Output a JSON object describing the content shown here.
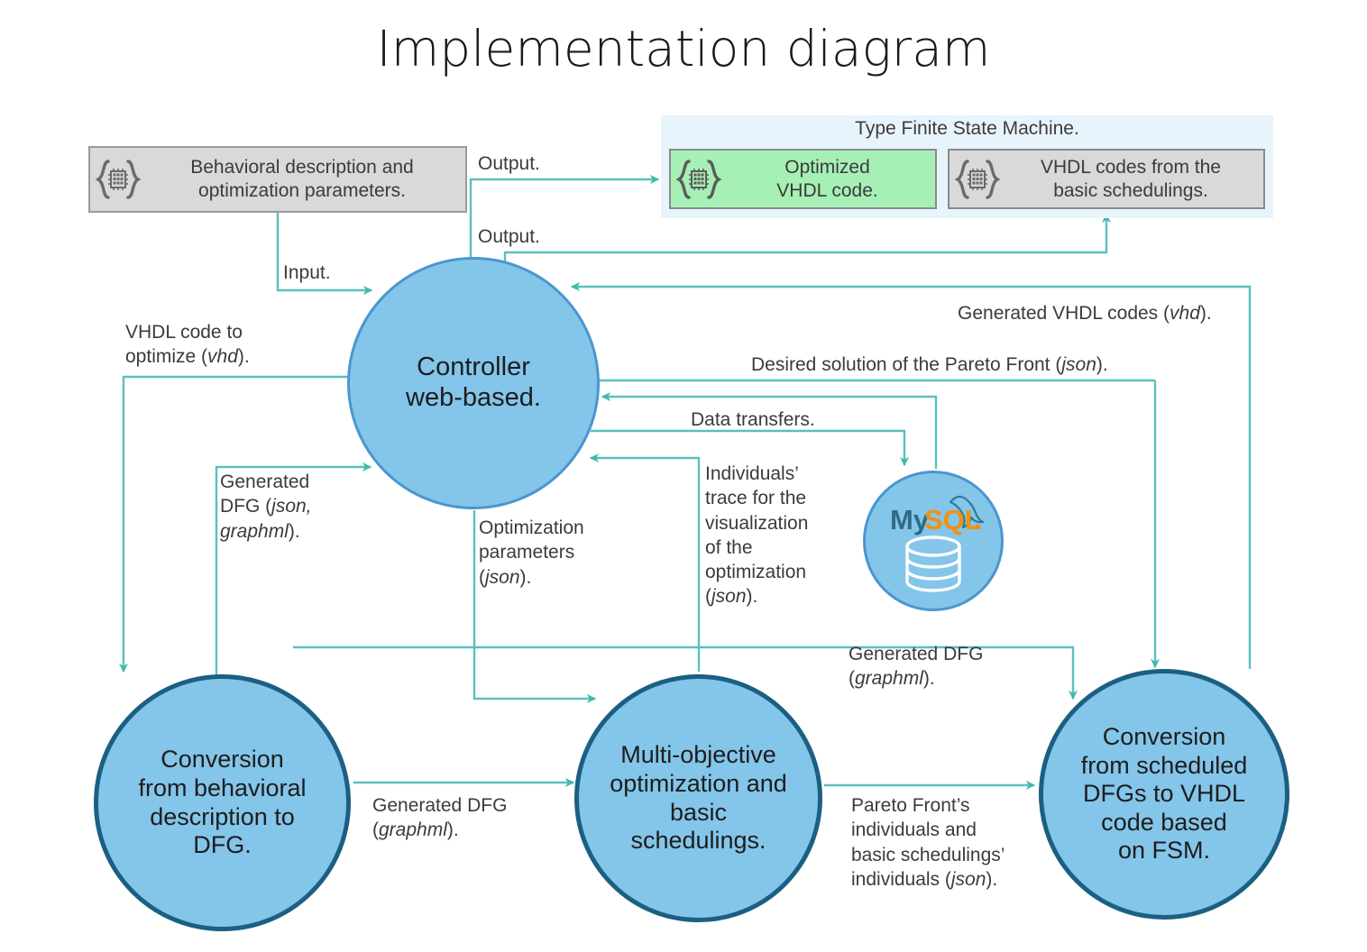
{
  "title": "Implementation diagram",
  "nodes": {
    "behavioral": {
      "label": "Behavioral description and\noptimization parameters.",
      "icon": "chip-braces-icon",
      "fill": "#d9d9d9"
    },
    "fsm_panel_title": "Type Finite State Machine.",
    "optimized_vhdl": {
      "label": "Optimized\nVHDL code.",
      "icon": "chip-braces-icon",
      "fill": "#a6f0b5"
    },
    "basic_schedulings": {
      "label": "VHDL codes from the\nbasic schedulings.",
      "icon": "chip-braces-icon",
      "fill": "#d9d9d9"
    },
    "controller": {
      "label": "Controller\nweb-based.",
      "fill": "#84c5ea",
      "stroke": "#4a96cf"
    },
    "conversion_to_dfg": {
      "label": "Conversion\nfrom behavioral\ndescription to\nDFG.",
      "fill": "#84c5ea",
      "stroke": "#1b5f82"
    },
    "multi_objective": {
      "label": "Multi-objective\noptimization and\nbasic\nschedulings.",
      "fill": "#84c5ea",
      "stroke": "#1b5f82"
    },
    "conversion_to_vhdl": {
      "label": "Conversion\nfrom scheduled\nDFGs to VHDL\ncode based\non FSM.",
      "fill": "#84c5ea",
      "stroke": "#1b5f82"
    },
    "database": {
      "label": "MySQL",
      "icon": "mysql-database-icon",
      "fill": "#84c5ea",
      "stroke": "#4a96cf"
    }
  },
  "edge_labels": {
    "output_1": "Output.",
    "output_2": "Output.",
    "input": "Input.",
    "vhdl_to_optimize": "VHDL code to\noptimize (vhd).",
    "generated_dfg_json": "Generated\nDFG (json,\ngraphml).",
    "optimization_parameters": "Optimization\nparameters\n(json).",
    "individuals_trace": "Individuals’\ntrace for the\nvisualization\nof the\noptimization\n(json).",
    "data_transfers": "Data transfers.",
    "desired_solution": "Desired solution of the Pareto Front (json).",
    "generated_vhdl_codes": "Generated VHDL codes (vhd).",
    "generated_dfg_graphml_right": "Generated DFG\n(graphml).",
    "generated_dfg_graphml_bottom": "Generated DFG\n(graphml).",
    "pareto_front": "Pareto Front’s\nindividuals and\nbasic schedulings’\nindividuals (json)."
  },
  "colors": {
    "wire": "#5bbfbf",
    "wire_alt": "#3fb8b0",
    "node_fill": "#84c5ea",
    "node_stroke_dark": "#1b5f82",
    "node_stroke_light": "#4a96cf",
    "panel_bg": "#e8f4fb",
    "green_box": "#a6f0b5",
    "grey_box": "#d9d9d9",
    "text": "#3b3b3b"
  }
}
